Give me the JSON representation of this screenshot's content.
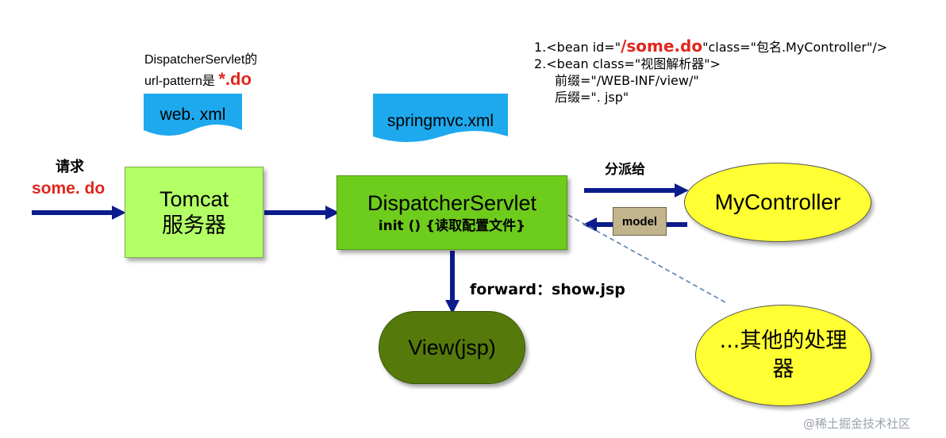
{
  "request": {
    "label": "请求",
    "url": "some. do"
  },
  "url_pattern_note": {
    "line1": "DispatcherServlet的",
    "line2_prefix": "url-pattern是 ",
    "pattern": "*.do"
  },
  "web_xml": {
    "label": "web. xml"
  },
  "springmvc_xml": {
    "label": "springmvc.xml"
  },
  "config_note": {
    "line1_prefix": "1.<bean id=\"",
    "line1_id": "/some.do",
    "line1_suffix": "\"class=\"包名.MyController\"/>",
    "line2": "2.<bean class=\"视图解析器\">",
    "line3": "前缀=\"/WEB-INF/view/\"",
    "line4": "后缀=\". jsp\""
  },
  "tomcat": {
    "line1": "Tomcat",
    "line2": "服务器"
  },
  "dispatcher": {
    "line1": "DispatcherServlet",
    "line2": "init () {读取配置文件}"
  },
  "dispatch_label": "分派给",
  "controller": {
    "label": "MyController"
  },
  "model": {
    "label": "model"
  },
  "forward_label": "forward：show.jsp",
  "view": {
    "label": "View(jsp)"
  },
  "other": {
    "label": "...其他的处理器"
  },
  "watermark": "@稀土掘金技术社区",
  "colors": {
    "arrow": "#0c1c8c",
    "doc_fill": "#1ea9ee",
    "tomcat_fill": "#b3ff66",
    "dispatcher_fill": "#6ecc1c",
    "ellipse_fill": "#ffff33",
    "view_fill": "#557a0b",
    "model_fill": "#c2b48c",
    "highlight_red": "#e0261e",
    "dashed_line": "#5b7fb0"
  }
}
